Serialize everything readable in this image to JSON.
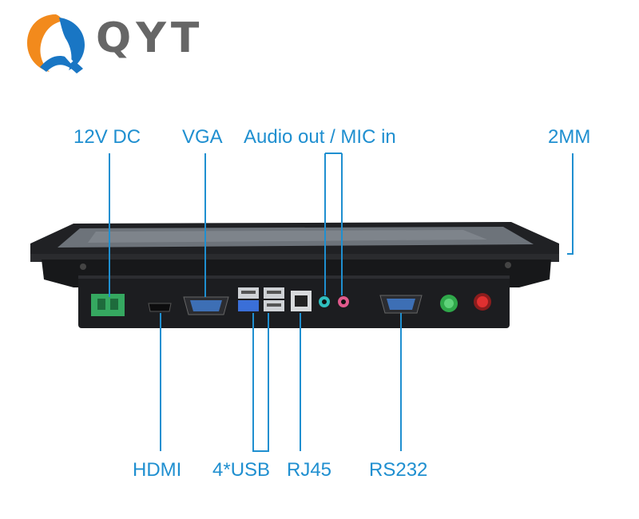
{
  "brand": {
    "name": "QYT"
  },
  "labels": {
    "top": {
      "dc": "12V DC",
      "vga": "VGA",
      "audio": "Audio out / MIC in",
      "thickness": "2MM"
    },
    "bottom": {
      "hdmi": "HDMI",
      "usb": "4*USB",
      "rj45": "RJ45",
      "rs232": "RS232"
    }
  },
  "colors": {
    "callout": "#1f8fd0",
    "logo_orange": "#f28a1c",
    "logo_blue": "#1976c4",
    "logo_text": "#666666",
    "panel_body": "#1c1d20"
  }
}
